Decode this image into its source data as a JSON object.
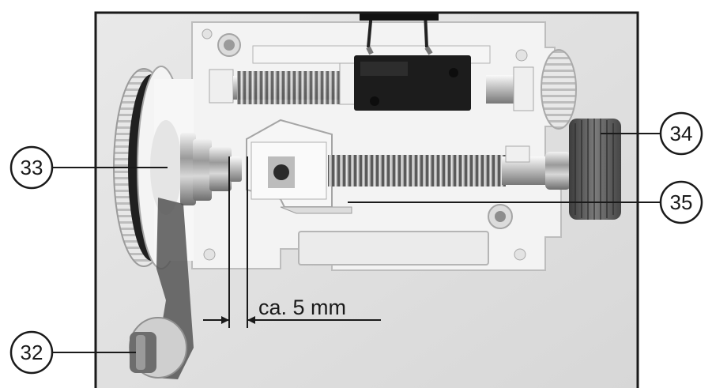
{
  "callouts": {
    "c32": "32",
    "c33": "33",
    "c34": "34",
    "c35": "35"
  },
  "dimension": {
    "label": "ca. 5 mm"
  }
}
